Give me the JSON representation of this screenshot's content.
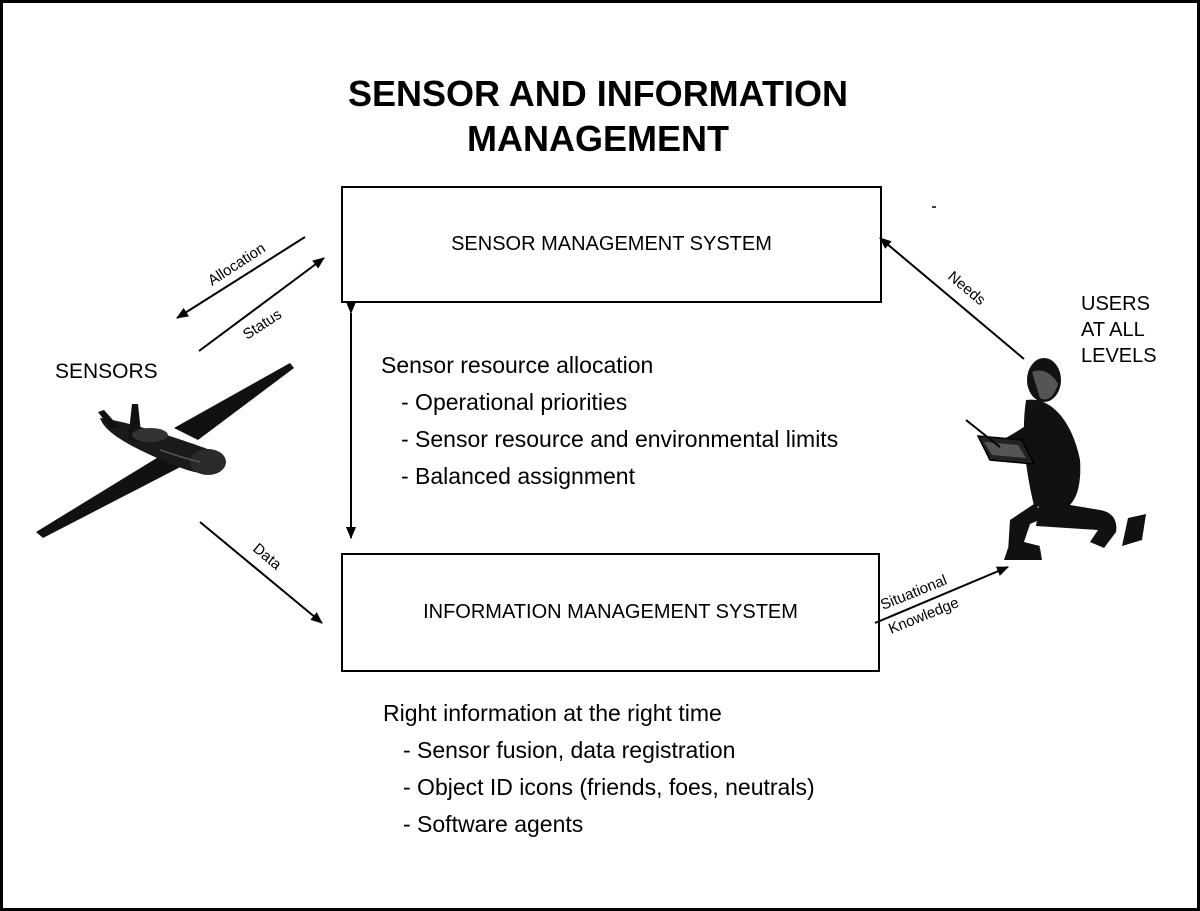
{
  "title": {
    "line1": "SENSOR AND INFORMATION",
    "line2": "MANAGEMENT"
  },
  "boxes": {
    "sensor_management": "SENSOR MANAGEMENT SYSTEM",
    "information_management": "INFORMATION MANAGEMENT SYSTEM"
  },
  "sensors_label": "SENSORS",
  "users_label": [
    "USERS",
    "AT ALL",
    "LEVELS"
  ],
  "arrows": {
    "allocation": "Allocation",
    "status": "Status",
    "needs": "Needs",
    "data": "Data",
    "situational": "Situational",
    "knowledge": "Knowledge"
  },
  "allocation_block": {
    "heading": "Sensor resource allocation",
    "items": [
      "- Operational priorities",
      "- Sensor resource and environmental limits",
      "- Balanced assignment"
    ]
  },
  "information_block": {
    "heading": "Right information at the right time",
    "items": [
      "- Sensor fusion, data registration",
      "- Object ID icons (friends, foes, neutrals)",
      "- Software agents"
    ]
  },
  "icons": [
    "aircraft-illustration",
    "kneeling-user-illustration"
  ]
}
